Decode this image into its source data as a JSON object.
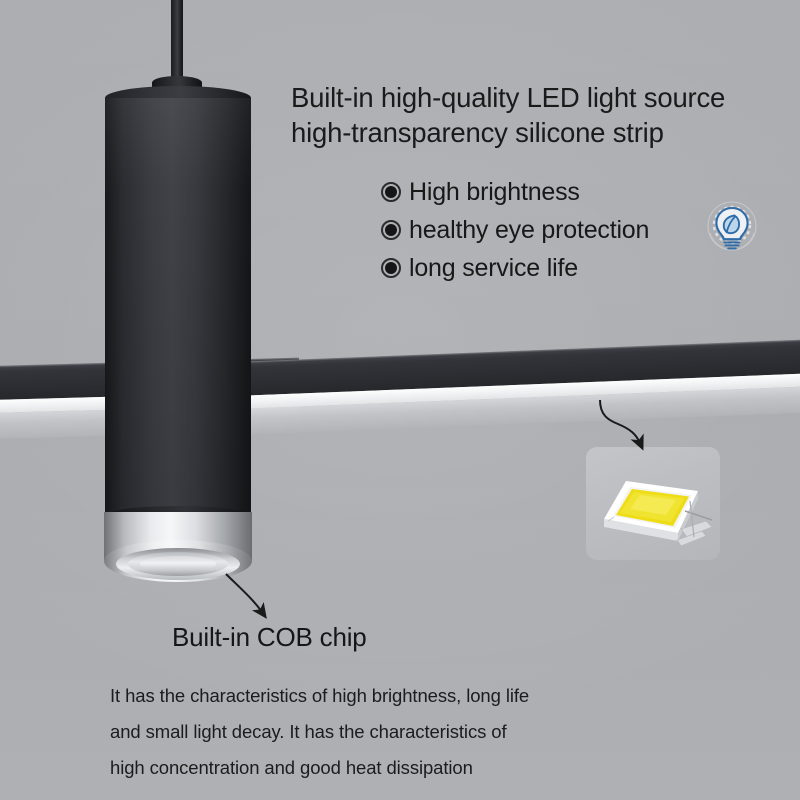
{
  "theme": {
    "background": "#abadb1",
    "text_color": "#1a1a1a",
    "lamp_black": "#2c2e33",
    "ring_silver": "#e9ebed",
    "chip_yellow": "#eedd16",
    "badge_blue": "#2f6ca8",
    "arrow_color": "#1a1a1a"
  },
  "header": {
    "title_line1": "Built-in high-quality LED light source",
    "title_line2": "high-transparency silicone strip"
  },
  "features": {
    "bullets": [
      {
        "label": "High brightness"
      },
      {
        "label": "healthy eye protection"
      },
      {
        "label": "long service life"
      }
    ]
  },
  "badge": {
    "icon": "eco-lightbulb-leaf-icon",
    "alt": "energy saving eco light bulb with leaf"
  },
  "callouts": {
    "chip_box": {
      "icon": "led-smd-chip-icon",
      "alt": "SMD LED chip with yellow phosphor coating"
    },
    "arrow_to_chip": "curved-arrow-silicone-strip-to-chip",
    "arrow_to_cob": "curved-arrow-lamp-to-cob-label"
  },
  "cob": {
    "title": "Built-in COB chip",
    "description_line1": "It has the characteristics of high brightness, long life",
    "description_line2": "and small light decay. It has the characteristics of",
    "description_line3": "high concentration and good heat dissipation"
  },
  "product": {
    "lamp_name": "black-cylinder-pendant-spotlight",
    "bar_name": "linear-led-light-bar",
    "cable_name": "suspension-cable"
  }
}
